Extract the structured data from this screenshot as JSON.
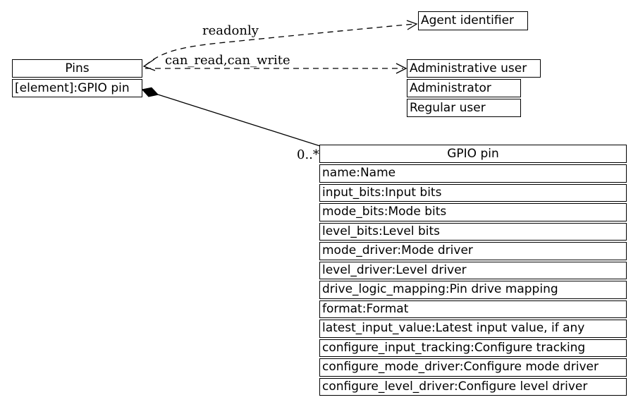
{
  "diagram": {
    "background": "#ffffff",
    "line_color": "#000000",
    "nodes": {
      "pins": {
        "title": "Pins",
        "attributes": [
          "[element]:GPIO pin"
        ]
      },
      "agent_identifier": {
        "title": "Agent identifier"
      },
      "administrative_user": {
        "title": "Administrative user",
        "values": [
          "Administrator",
          "Regular user"
        ]
      },
      "gpio_pin": {
        "title": "GPIO pin",
        "attributes": [
          "name:Name",
          "input_bits:Input bits",
          "mode_bits:Mode bits",
          "level_bits:Level bits",
          "mode_driver:Mode driver",
          "level_driver:Level driver",
          "drive_logic_mapping:Pin drive mapping",
          "format:Format",
          "latest_input_value:Latest input value, if any",
          "configure_input_tracking:Configure tracking",
          "configure_mode_driver:Configure mode driver",
          "configure_level_driver:Configure level driver"
        ]
      }
    },
    "edges": {
      "readonly": {
        "label": "readonly",
        "style": "dashed"
      },
      "can_read_can_write": {
        "label": "can_read,can_write",
        "style": "dashed"
      },
      "composition": {
        "multiplicity": "0..*",
        "style": "solid"
      }
    }
  }
}
